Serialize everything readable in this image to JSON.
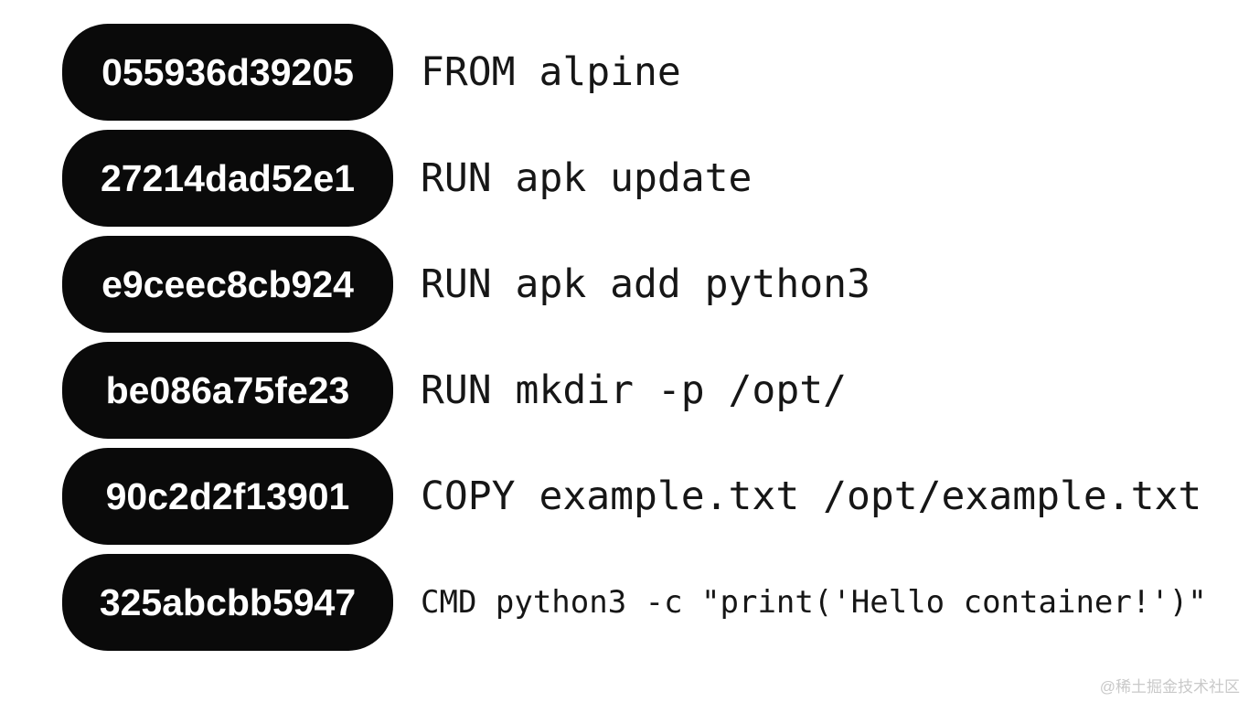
{
  "diagram": {
    "description_colors": {
      "pill_background": "#0a0a0a",
      "pill_text": "#ffffff",
      "instruction_text": "#161616",
      "page_background": "#ffffff",
      "watermark_text": "#c9c9c9"
    }
  },
  "rows": [
    {
      "layer_id": "055936d39205",
      "instruction": "FROM alpine",
      "instruction_size": "large"
    },
    {
      "layer_id": "27214dad52e1",
      "instruction": "RUN apk update",
      "instruction_size": "large"
    },
    {
      "layer_id": "e9ceec8cb924",
      "instruction": "RUN apk add python3",
      "instruction_size": "large"
    },
    {
      "layer_id": "be086a75fe23",
      "instruction": "RUN mkdir -p /opt/",
      "instruction_size": "large"
    },
    {
      "layer_id": "90c2d2f13901",
      "instruction": "COPY example.txt /opt/example.txt",
      "instruction_size": "large"
    },
    {
      "layer_id": "325abcbb5947",
      "instruction": "CMD python3 -c \"print('Hello container!')\"",
      "instruction_size": "small"
    }
  ],
  "watermark": "@稀土掘金技术社区"
}
